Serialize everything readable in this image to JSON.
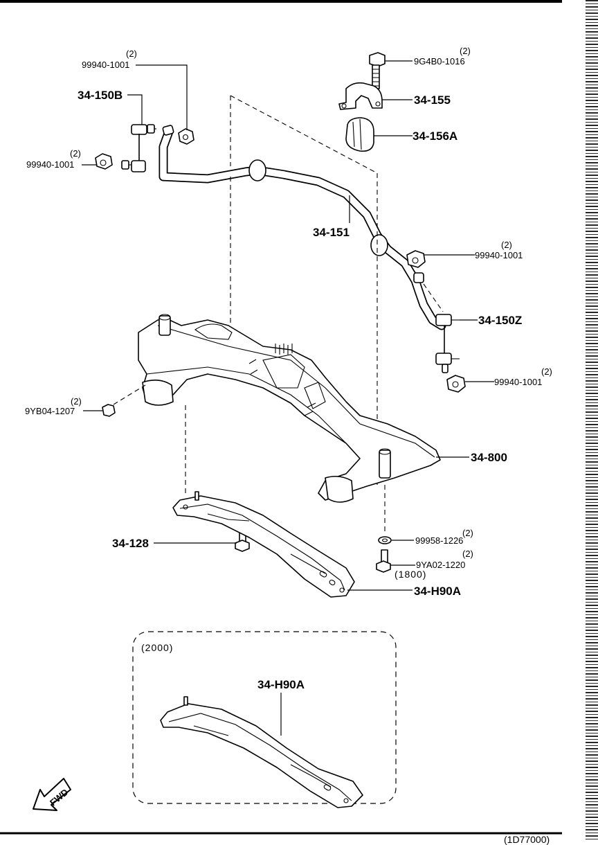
{
  "diagram": {
    "labels": {
      "p_9994_top_qty": "(2)",
      "p_9994_top": "99940-1001",
      "p_34150b": "34-150B",
      "p_9994_left_qty": "(2)",
      "p_9994_left": "99940-1001",
      "p_9g4b_qty": "(2)",
      "p_9g4b": "9G4B0-1016",
      "p_34155": "34-155",
      "p_34156a": "34-156A",
      "p_34151": "34-151",
      "p_9994_right_qty": "(2)",
      "p_9994_right": "99940-1001",
      "p_34150z": "34-150Z",
      "p_9994_lower_qty": "(2)",
      "p_9994_lower": "99940-1001",
      "p_9yb04_qty": "(2)",
      "p_9yb04": "9YB04-1207",
      "p_34800": "34-800",
      "p_99958_qty": "(2)",
      "p_99958": "99958-1226",
      "p_9ya02_qty": "(2)",
      "p_9ya02": "9YA02-1220",
      "p_34128": "34-128",
      "variant_1800": "(1800)",
      "p_34h90a_1": "34-H90A",
      "variant_2000": "(2000)",
      "p_34h90a_2": "34-H90A",
      "fwd": "FWD"
    },
    "footer_code": "(1D77000)"
  }
}
